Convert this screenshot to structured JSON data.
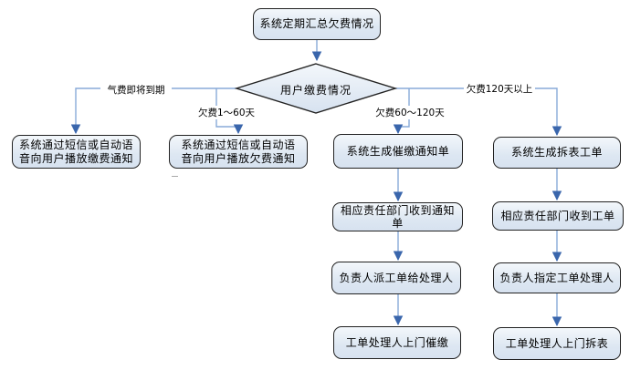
{
  "flowchart": {
    "start": "系统定期汇总欠费情况",
    "decision": "用户缴费情况",
    "branches": [
      {
        "condition": "气费即将到期",
        "steps": [
          "系统通过短信或自动语音向用户播放缴费通知"
        ]
      },
      {
        "condition": "欠费1～60天",
        "steps": [
          "系统通过短信或自动语音向用户播放欠费通知"
        ]
      },
      {
        "condition": "欠费60～120天",
        "steps": [
          "系统生成催缴通知单",
          "相应责任部门收到通知单",
          "负责人派工单给处理人",
          "工单处理人上门催缴"
        ]
      },
      {
        "condition": "欠费120天以上",
        "steps": [
          "系统生成拆表工单",
          "相应责任部门收到工单",
          "负责人指定工单处理人",
          "工单处理人上门拆表"
        ]
      }
    ],
    "colors": {
      "node_fill_top": "#f3f7fb",
      "node_fill_bottom": "#d7e2f0",
      "node_border": "#222222",
      "connector_line": "#88aad8",
      "arrowhead": "#3a66ac",
      "text": "#000000",
      "background": "#ffffff"
    }
  }
}
